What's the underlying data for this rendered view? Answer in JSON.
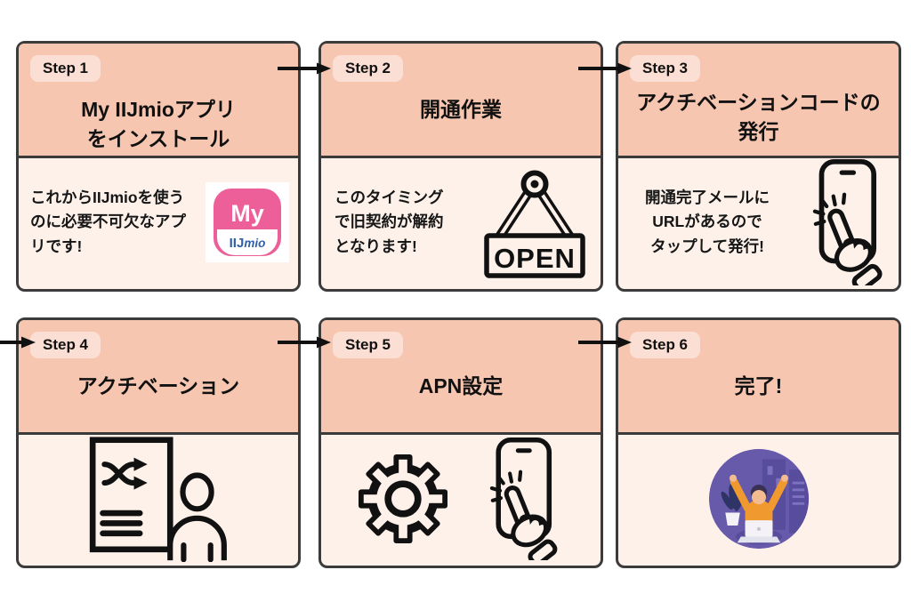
{
  "colors": {
    "canvas-bg": "#ffffff",
    "card-border": "#3b3b3b",
    "header-bg": "#f7c6b0",
    "badge-bg": "#fcdfd4",
    "body-bg": "#fdf1ea",
    "ink": "#111111",
    "brand-pink": "#ec5f99",
    "brand-blue": "#2f5fa7",
    "illus-purple": "#675aab",
    "illus-orange": "#f0992e"
  },
  "steps": [
    {
      "badge": "Step 1",
      "title": "My IIJmioアプリ\nをインストール",
      "description": "これからIIJmioを使う\nのに必要不可欠なアプ\nリです!",
      "app_icon": {
        "top_label": "My",
        "brand_main": "IIJ",
        "brand_suffix": "mio"
      }
    },
    {
      "badge": "Step 2",
      "title": "開通作業",
      "description": "このタイミング\nで旧契約が解約\nとなります!",
      "sign_text": "OPEN"
    },
    {
      "badge": "Step 3",
      "title": "アクチベーションコードの\n発行",
      "description": "開通完了メールに\nURLがあるので\nタップして発行!"
    },
    {
      "badge": "Step 4",
      "title": "アクチベーション",
      "description": ""
    },
    {
      "badge": "Step 5",
      "title": "APN設定",
      "description": ""
    },
    {
      "badge": "Step 6",
      "title": "完了!",
      "description": ""
    }
  ]
}
